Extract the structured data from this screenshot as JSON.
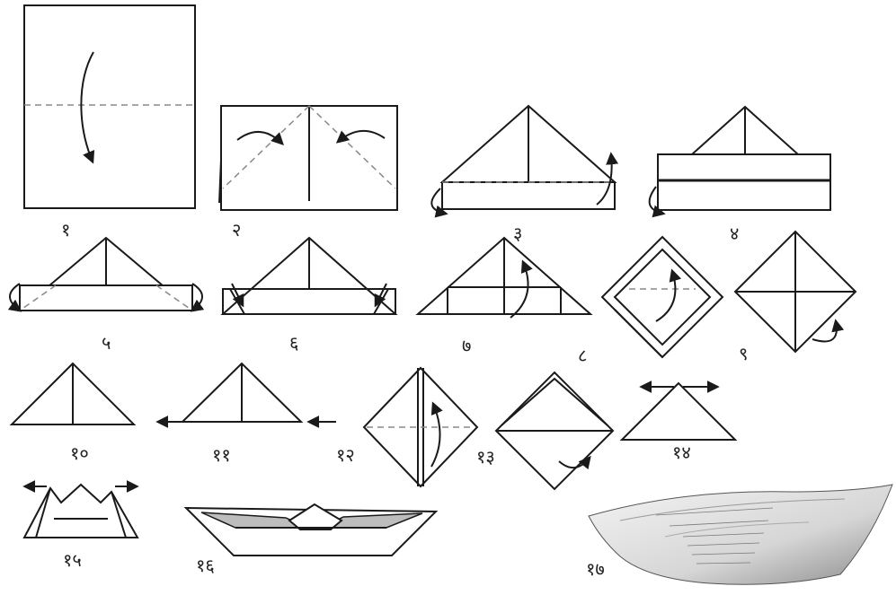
{
  "steps": [
    {
      "label": "१"
    },
    {
      "label": "२"
    },
    {
      "label": "३"
    },
    {
      "label": "४"
    },
    {
      "label": "५"
    },
    {
      "label": "६"
    },
    {
      "label": "७"
    },
    {
      "label": "८"
    },
    {
      "label": "९"
    },
    {
      "label": "१०"
    },
    {
      "label": "११"
    },
    {
      "label": "१२"
    },
    {
      "label": "१३"
    },
    {
      "label": "१४"
    },
    {
      "label": "१५"
    },
    {
      "label": "१६"
    },
    {
      "label": "१७"
    }
  ],
  "colors": {
    "line": "#1a1a1a",
    "fold": "#888888",
    "sail": "#bdbdbd",
    "paper": "#ececec"
  }
}
